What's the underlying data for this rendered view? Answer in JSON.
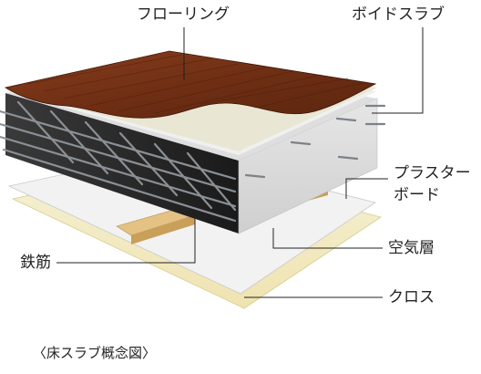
{
  "labels": {
    "flooring": "フローリング",
    "void_slab": "ボイドスラブ",
    "plaster_board_line1": "プラスター",
    "plaster_board_line2": "ボード",
    "rebar": "鉄筋",
    "air_layer": "空気層",
    "cloth": "クロス"
  },
  "caption": "〈床スラブ概念図〉",
  "colors": {
    "wood": "#7a3518",
    "wood_dark": "#4f1e0c",
    "concrete_top": "#e3e3e3",
    "concrete_side": "#d9d9d9",
    "concrete_dark": "#222222",
    "rebar": "#6b7075",
    "joist": "#e2bf7f",
    "board": "#f4f4f4",
    "cloth": "#f3ecc6",
    "leader": "#222222"
  }
}
